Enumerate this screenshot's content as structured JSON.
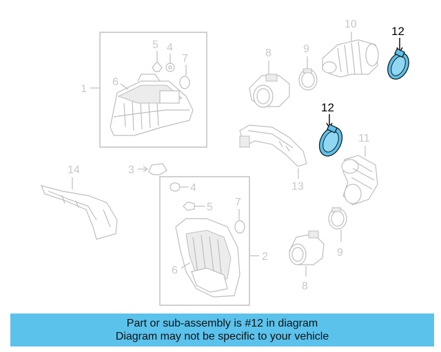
{
  "diagram": {
    "callouts": {
      "c1": "1",
      "c2": "2",
      "c3": "3",
      "c4a": "4",
      "c4b": "4",
      "c5a": "5",
      "c5b": "5",
      "c6a": "6",
      "c6b": "6",
      "c7a": "7",
      "c7b": "7",
      "c8a": "8",
      "c8b": "8",
      "c9a": "9",
      "c9b": "9",
      "c10": "10",
      "c11": "11",
      "c12a": "12",
      "c12b": "12",
      "c13": "13",
      "c14": "14"
    },
    "highlight_part": "12",
    "colors": {
      "highlight": "#5bc2ec",
      "line": "#bdbdbd",
      "box": "#c4c4c4"
    }
  },
  "banner": {
    "line1": "Part or sub-assembly is #12 in diagram",
    "line2": "Diagram may not be specific to your vehicle"
  }
}
